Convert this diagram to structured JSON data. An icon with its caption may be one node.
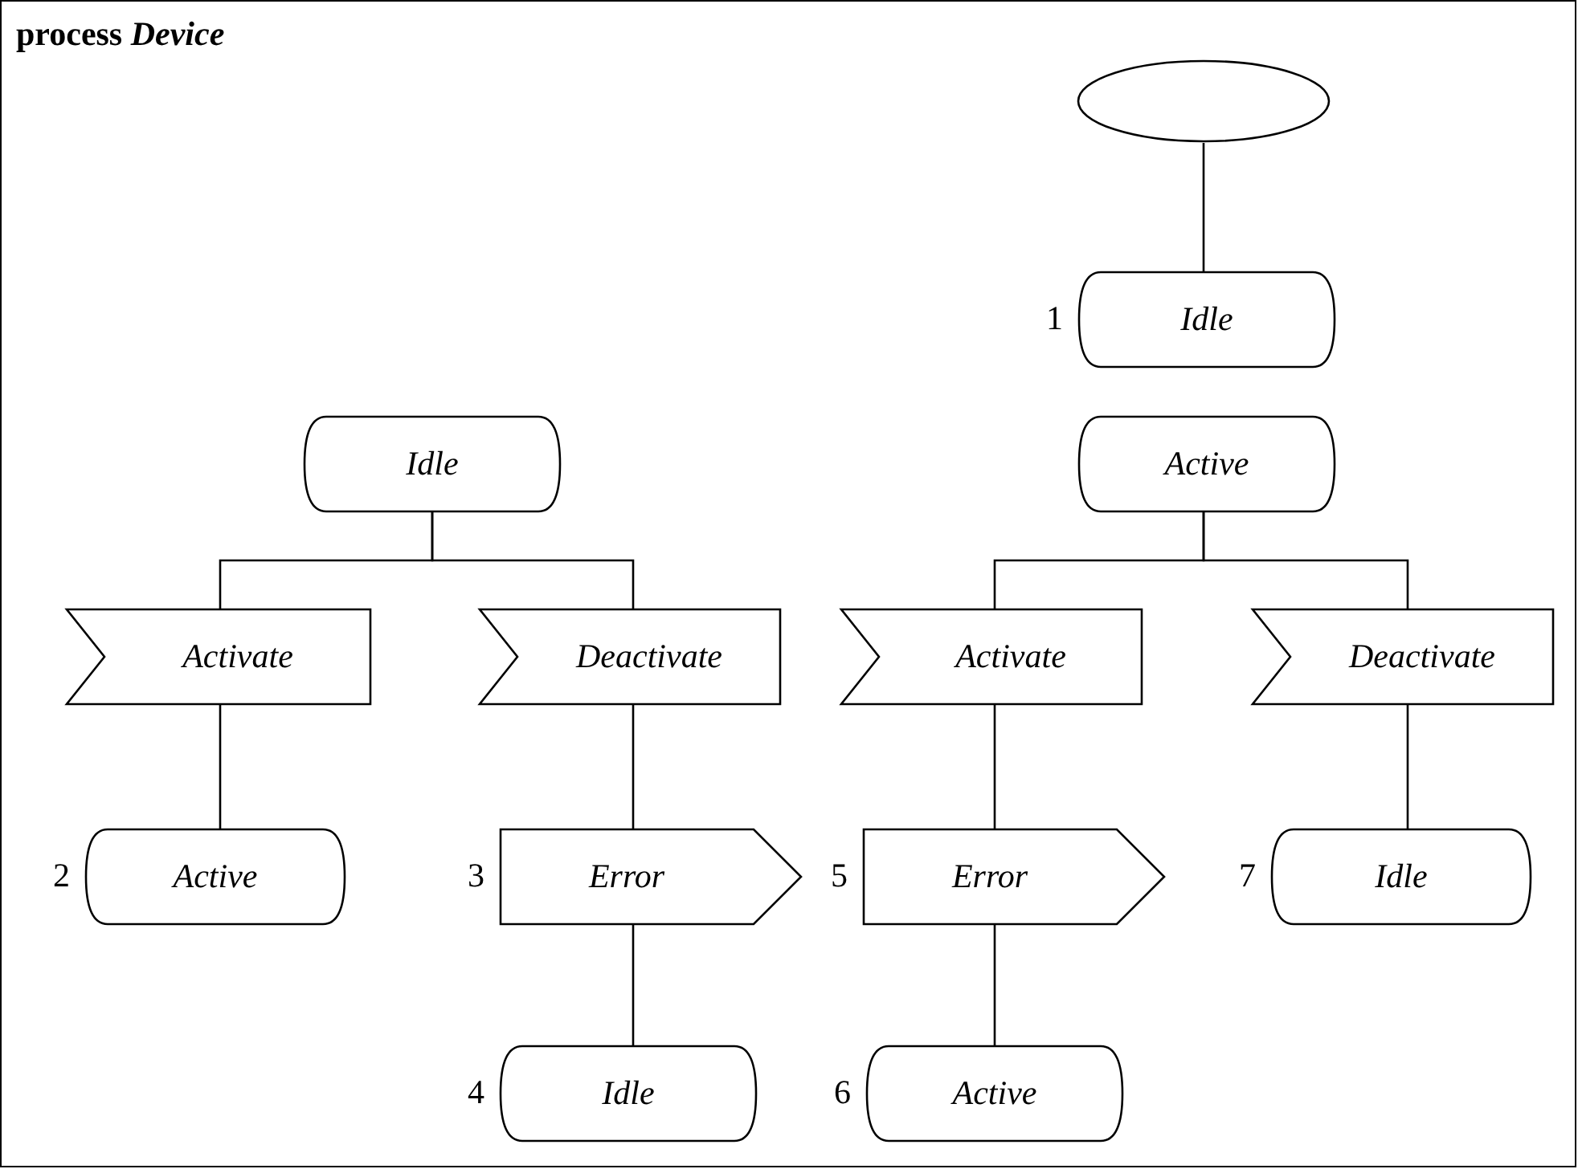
{
  "diagram": {
    "nodes": [
      {
        "text": [
          "process *Device*"
        ]
      },
      {
        "text": [],
        "shape": "ellipse",
        "in": 0
      },
      {
        "text": [
          "Idle"
        ],
        "beside": [
          "1"
        ],
        "in": 0
      },
      {
        "text": [
          "Active"
        ],
        "in": 0
      },
      {
        "text": [
          "Idle"
        ],
        "in": 0
      },
      {
        "text": [
          "Activate"
        ],
        "in": 0
      },
      {
        "text": [
          "Deactivate"
        ],
        "in": 0
      },
      {
        "text": [
          "Active"
        ],
        "beside": [
          "2"
        ],
        "in": 0
      },
      {
        "text": [
          "Error"
        ],
        "beside": [
          "3"
        ],
        "in": 0
      },
      {
        "text": [
          "Idle"
        ],
        "beside": [
          "4"
        ],
        "in": 0
      },
      {
        "text": [
          "Activate"
        ],
        "in": 0
      },
      {
        "text": [
          "Deactivate"
        ],
        "in": 0
      },
      {
        "text": [
          "Error"
        ],
        "beside": [
          "5"
        ],
        "in": 0
      },
      {
        "text": [
          "Active"
        ],
        "beside": [
          "6"
        ],
        "in": 0
      },
      {
        "text": [
          "Idle"
        ],
        "beside": [
          "7"
        ],
        "in": 0
      }
    ],
    "edges": [
      {
        "from": 1,
        "to": 2,
        "arrow": "none"
      },
      {
        "from": 4,
        "to": 5,
        "arrow": "none"
      },
      {
        "from": 4,
        "to": 6,
        "arrow": "none"
      },
      {
        "from": 5,
        "to": 7,
        "arrow": "none"
      },
      {
        "from": 6,
        "to": 8,
        "arrow": "none"
      },
      {
        "from": 8,
        "to": 9,
        "arrow": "none"
      },
      {
        "from": 3,
        "to": 10,
        "arrow": "none"
      },
      {
        "from": 3,
        "to": 11,
        "arrow": "none"
      },
      {
        "from": 10,
        "to": 12,
        "arrow": "none"
      },
      {
        "from": 12,
        "to": 13,
        "arrow": "none"
      },
      {
        "from": 11,
        "to": 14,
        "arrow": "none"
      }
    ]
  }
}
